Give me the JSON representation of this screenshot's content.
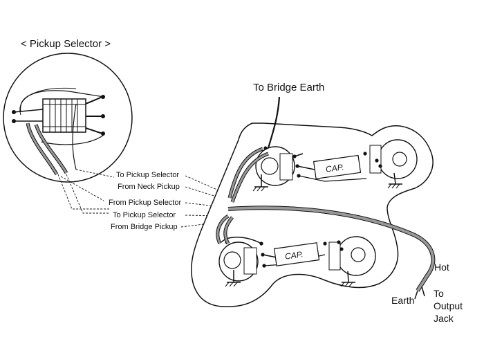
{
  "title": "< Pickup Selector >",
  "labels": {
    "bridge_earth": "To Bridge Earth",
    "to_pickup_selector_1": "To Pickup Selector",
    "from_neck_pickup": "From Neck Pickup",
    "from_pickup_selector": "From Pickup Selector",
    "to_pickup_selector_2": "To Pickup Selector",
    "from_bridge_pickup": "From Bridge Pickup",
    "hot": "Hot",
    "earth": "Earth",
    "output_jack_line1": "To",
    "output_jack_line2": "Output",
    "output_jack_line3": "Jack"
  },
  "capacitors": {
    "upper": "CAP.",
    "lower": "CAP."
  }
}
